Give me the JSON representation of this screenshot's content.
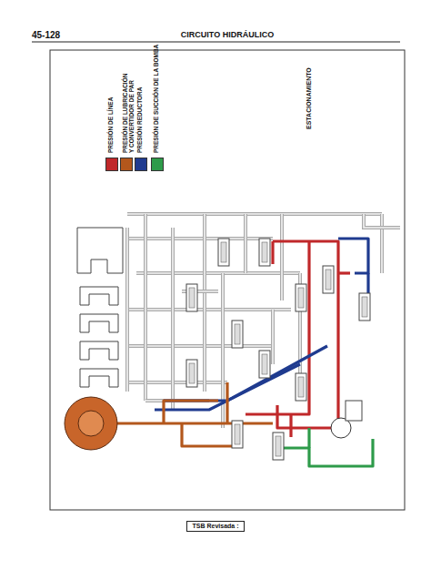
{
  "diagram": {
    "title": "CIRCUITO HIDRÁULICO",
    "nodes": [
      {
        "text": [
          "TSB Revisada :"
        ]
      }
    ],
    "labels": [
      "45-128",
      "ESTACIONAMIENTO"
    ],
    "legend": [
      {
        "text": "PRESIÓN DE LÍNEA",
        "color": "#c0282a"
      },
      {
        "text": "PRESIÓN DE LUBRICACIÓN Y CONVERTIDOR DE PAR",
        "color": "#b3571c"
      },
      {
        "text": "PRESIÓN REDUCTORA",
        "color": "#1f3b8f"
      },
      {
        "text": "PRESIÓN DE SUCCIÓN DE LA BOMBA",
        "color": "#2e9b4a"
      }
    ]
  }
}
